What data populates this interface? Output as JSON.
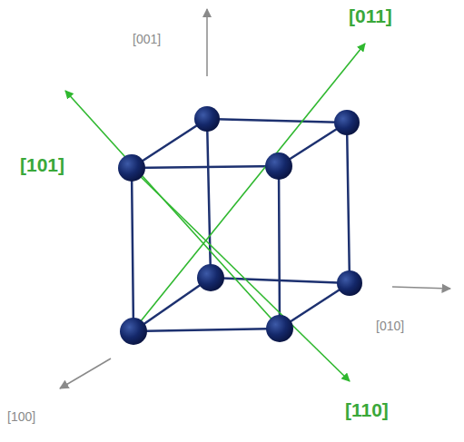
{
  "diagram": {
    "labels": [
      "[001]",
      "[011]",
      "[101]",
      "[010]",
      "[100]",
      "[110]"
    ]
  }
}
